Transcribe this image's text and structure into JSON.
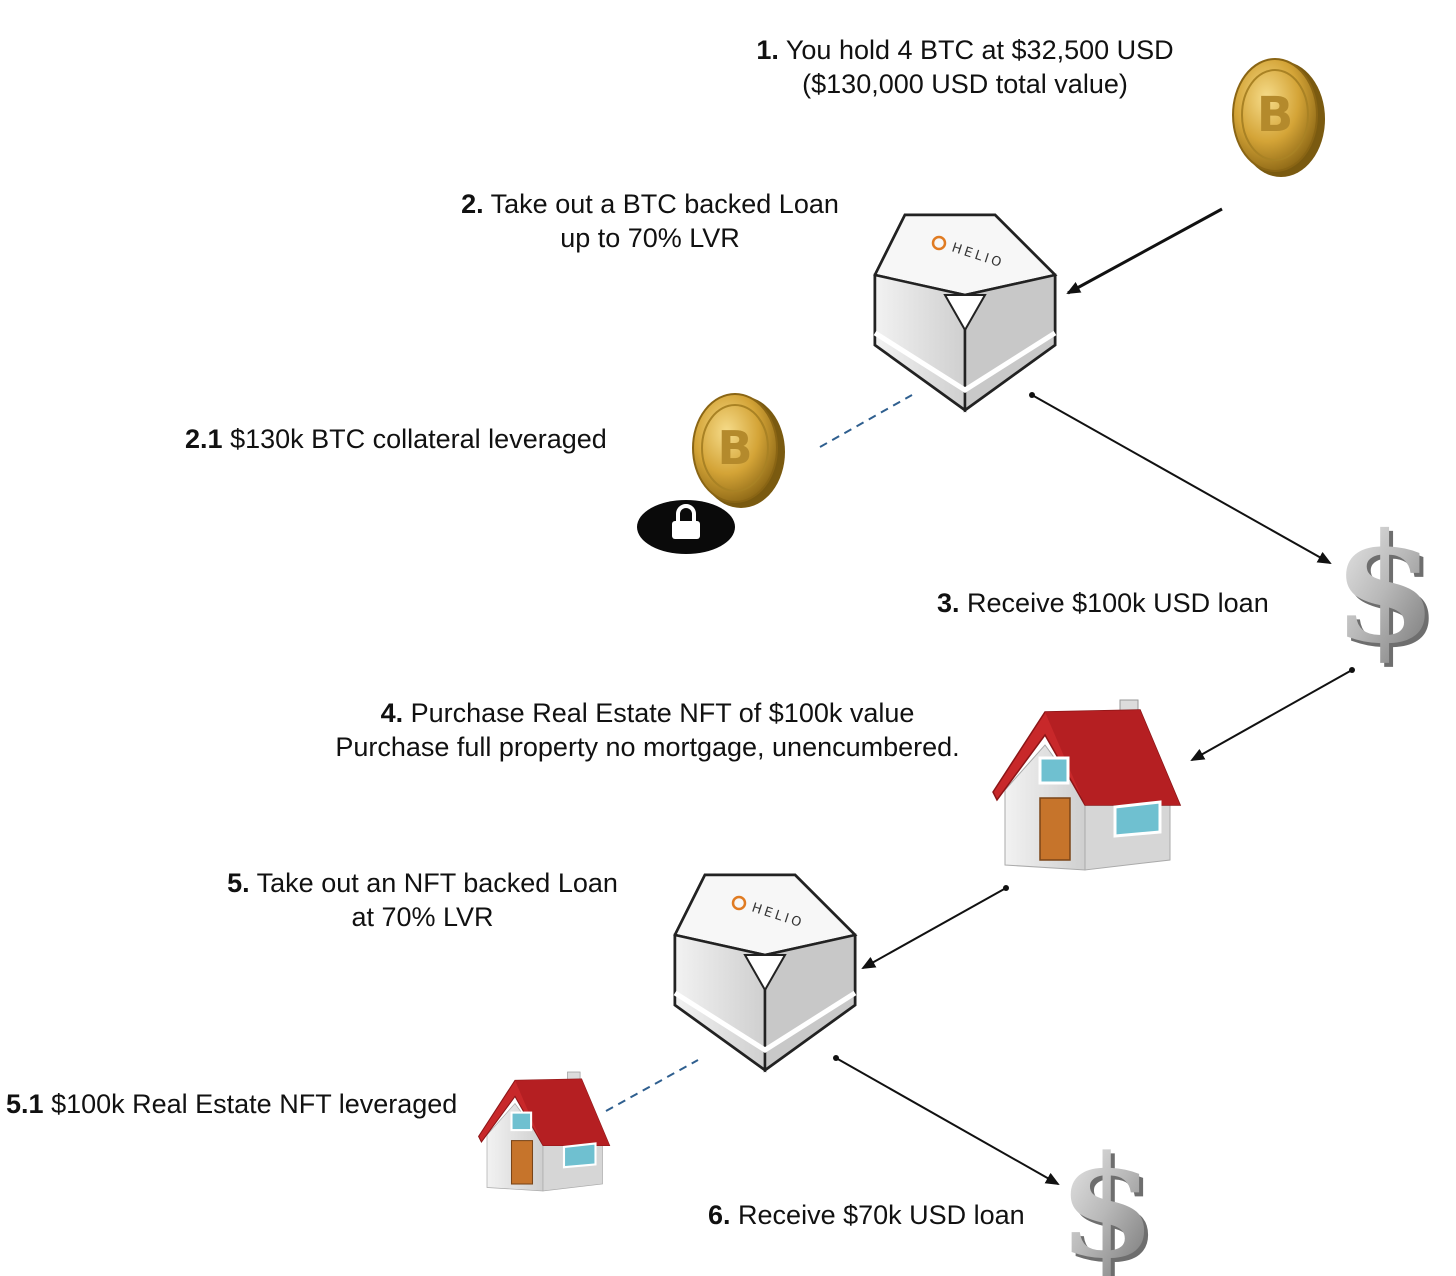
{
  "steps": {
    "s1": {
      "num": "1.",
      "line1": "You hold 4 BTC at $32,500 USD",
      "line2": "($130,000 USD total value)"
    },
    "s2": {
      "num": "2.",
      "line1": "Take out a BTC backed Loan",
      "line2": "up to 70% LVR"
    },
    "s21": {
      "num": "2.1",
      "line1": "$130k BTC collateral leveraged"
    },
    "s3": {
      "num": "3.",
      "line1": "Receive $100k USD loan"
    },
    "s4": {
      "num": "4.",
      "line1": "Purchase Real Estate NFT of $100k value",
      "line2": "Purchase full property no mortgage, unencumbered."
    },
    "s5": {
      "num": "5.",
      "line1": "Take out an NFT backed Loan",
      "line2": "at 70% LVR"
    },
    "s51": {
      "num": "5.1",
      "line1": "$100k Real Estate NFT leveraged"
    },
    "s6": {
      "num": "6.",
      "line1": "Receive $70k USD loan"
    }
  },
  "vault": {
    "brand": "HELIO"
  },
  "icons": {
    "coin": "bitcoin-coin-icon",
    "lock": "lock-icon",
    "vault": "helio-vault-icon",
    "dollar": "dollar-sign-icon",
    "house": "house-icon"
  },
  "colors": {
    "coin_gold": "#d4a437",
    "roof_red": "#c8282a",
    "vault_gray": "#d9d9d9",
    "dash_blue": "#2f5f8f",
    "arrow": "#111111"
  }
}
